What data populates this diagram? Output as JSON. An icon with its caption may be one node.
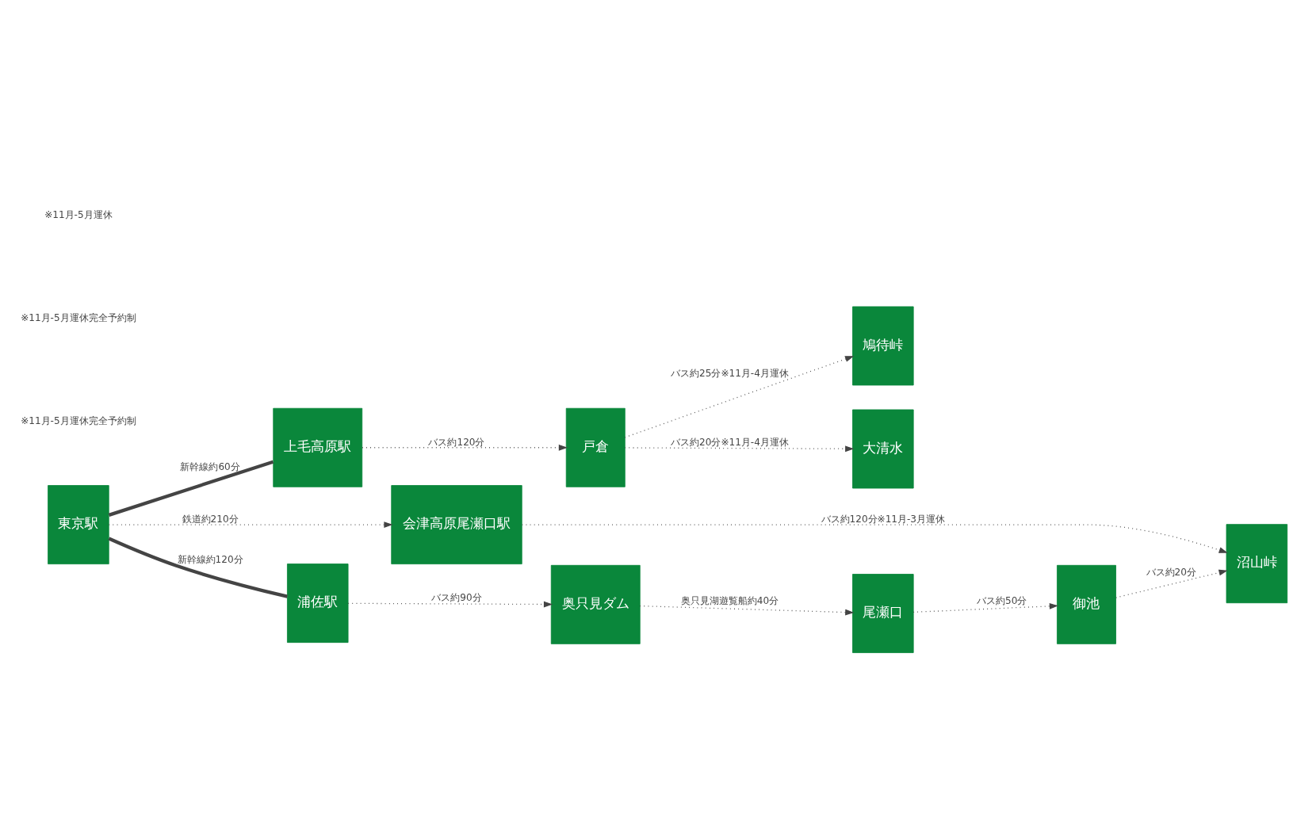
{
  "diagram": {
    "nodes": [
      {
        "text": [
          "東京駅"
        ]
      },
      {
        "text": [
          "上毛高原駅"
        ]
      },
      {
        "text": [
          "戸倉"
        ]
      },
      {
        "text": [
          "鳩待峠"
        ]
      },
      {
        "text": [
          "大清水"
        ]
      },
      {
        "text": [
          "会津高原尾瀬口駅"
        ]
      },
      {
        "text": [
          "沼山峠"
        ]
      },
      {
        "text": [
          "浦佐駅"
        ]
      },
      {
        "text": [
          "奥只見ダム"
        ]
      },
      {
        "text": [
          "尾瀬口"
        ]
      },
      {
        "text": [
          "御池"
        ]
      }
    ],
    "edges": [
      {
        "from": 0,
        "to": 1,
        "arrow": "none",
        "label": "新幹線約60分",
        "style": "thick"
      },
      {
        "from": 1,
        "to": 2,
        "arrow": "to",
        "label": "バス約120分",
        "style": "dashed"
      },
      {
        "from": 2,
        "to": 3,
        "arrow": "to",
        "label": "バス約25分※11月-4月運休",
        "style": "dashed"
      },
      {
        "from": 2,
        "to": 4,
        "arrow": "to",
        "label": "バス約20分※11月-4月運休",
        "style": "dashed"
      },
      {
        "from": 0,
        "to": 5,
        "arrow": "to",
        "label": "鉄道約210分",
        "style": "dashed"
      },
      {
        "from": 5,
        "to": 6,
        "arrow": "to",
        "label": "バス約120分※11月-3月運休",
        "style": "dashed"
      },
      {
        "from": 0,
        "to": 7,
        "arrow": "none",
        "label": "新幹線約120分",
        "style": "thick"
      },
      {
        "from": 7,
        "to": 8,
        "arrow": "to",
        "label": "バス約90分",
        "style": "dashed"
      },
      {
        "from": 8,
        "to": 9,
        "arrow": "to",
        "label": "奥只見湖遊覧船約40分",
        "style": "dashed"
      },
      {
        "from": 9,
        "to": 10,
        "arrow": "to",
        "label": "バス約50分",
        "style": "dashed"
      },
      {
        "from": 10,
        "to": 6,
        "arrow": "to",
        "label": "バス約20分",
        "style": "dashed"
      }
    ],
    "labels": [
      "※11月-5月運休完全予約制",
      "※11月-5月運休完全予約制",
      "※11月-5月運休"
    ]
  }
}
